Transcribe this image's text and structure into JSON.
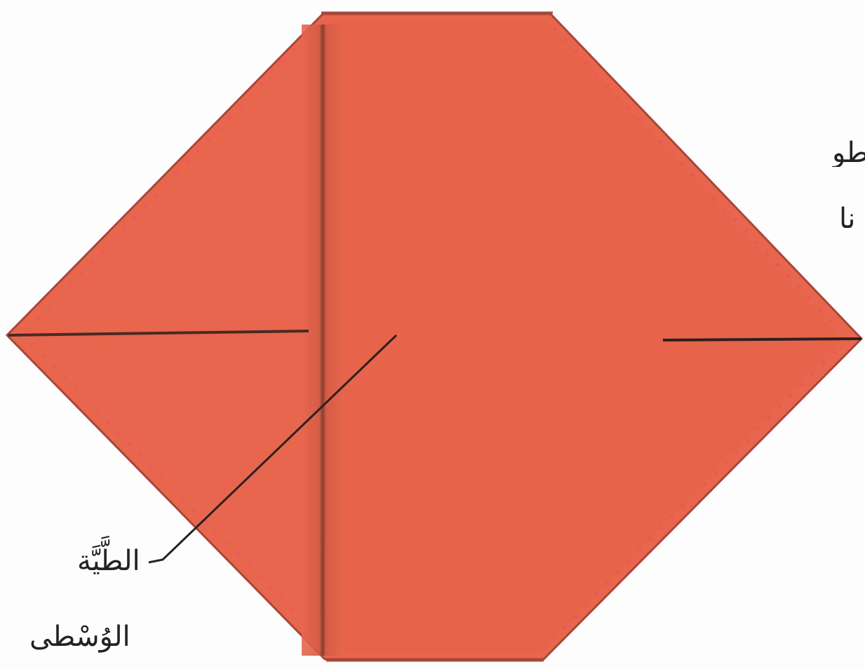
{
  "colors": {
    "paper": "#e8664e",
    "paper_dark": "#c44f3c",
    "fold_shadow": "#7a3a2a",
    "edge": "#a8463a",
    "background": "#fdfdfd",
    "line": "#2a2020"
  },
  "labels": {
    "middle_fold_line1": "الطَّيَّة",
    "middle_fold_line2": "الوُسْطى",
    "right_label_line1": "طوِ",
    "right_label_line2": "نا"
  }
}
